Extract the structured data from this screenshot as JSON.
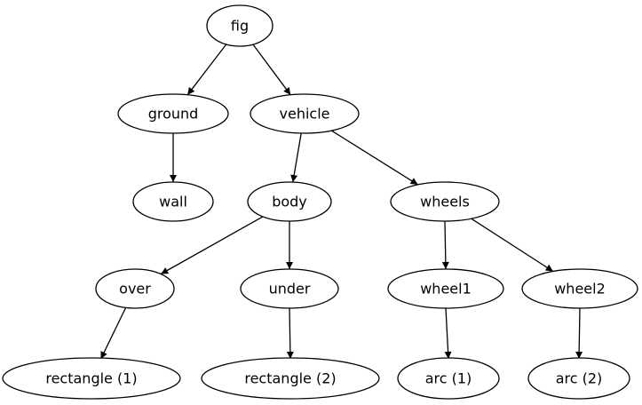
{
  "graph": {
    "type": "directed-tree",
    "colors": {
      "background": "#ffffff",
      "node_fill": "#ffffff",
      "node_stroke": "#000000",
      "edge_stroke": "#000000",
      "text": "#000000"
    },
    "nodes": {
      "fig": {
        "label": "fig"
      },
      "ground": {
        "label": "ground"
      },
      "vehicle": {
        "label": "vehicle"
      },
      "wall": {
        "label": "wall"
      },
      "body": {
        "label": "body"
      },
      "wheels": {
        "label": "wheels"
      },
      "over": {
        "label": "over"
      },
      "under": {
        "label": "under"
      },
      "wheel1": {
        "label": "wheel1"
      },
      "wheel2": {
        "label": "wheel2"
      },
      "rectangle1": {
        "label": "rectangle (1)"
      },
      "rectangle2": {
        "label": "rectangle (2)"
      },
      "arc1": {
        "label": "arc (1)"
      },
      "arc2": {
        "label": "arc (2)"
      }
    },
    "edges": [
      {
        "from": "fig",
        "to": "ground"
      },
      {
        "from": "fig",
        "to": "vehicle"
      },
      {
        "from": "ground",
        "to": "wall"
      },
      {
        "from": "vehicle",
        "to": "body"
      },
      {
        "from": "vehicle",
        "to": "wheels"
      },
      {
        "from": "body",
        "to": "over"
      },
      {
        "from": "body",
        "to": "under"
      },
      {
        "from": "wheels",
        "to": "wheel1"
      },
      {
        "from": "wheels",
        "to": "wheel2"
      },
      {
        "from": "over",
        "to": "rectangle1"
      },
      {
        "from": "under",
        "to": "rectangle2"
      },
      {
        "from": "wheel1",
        "to": "arc1"
      },
      {
        "from": "wheel2",
        "to": "arc2"
      }
    ]
  }
}
